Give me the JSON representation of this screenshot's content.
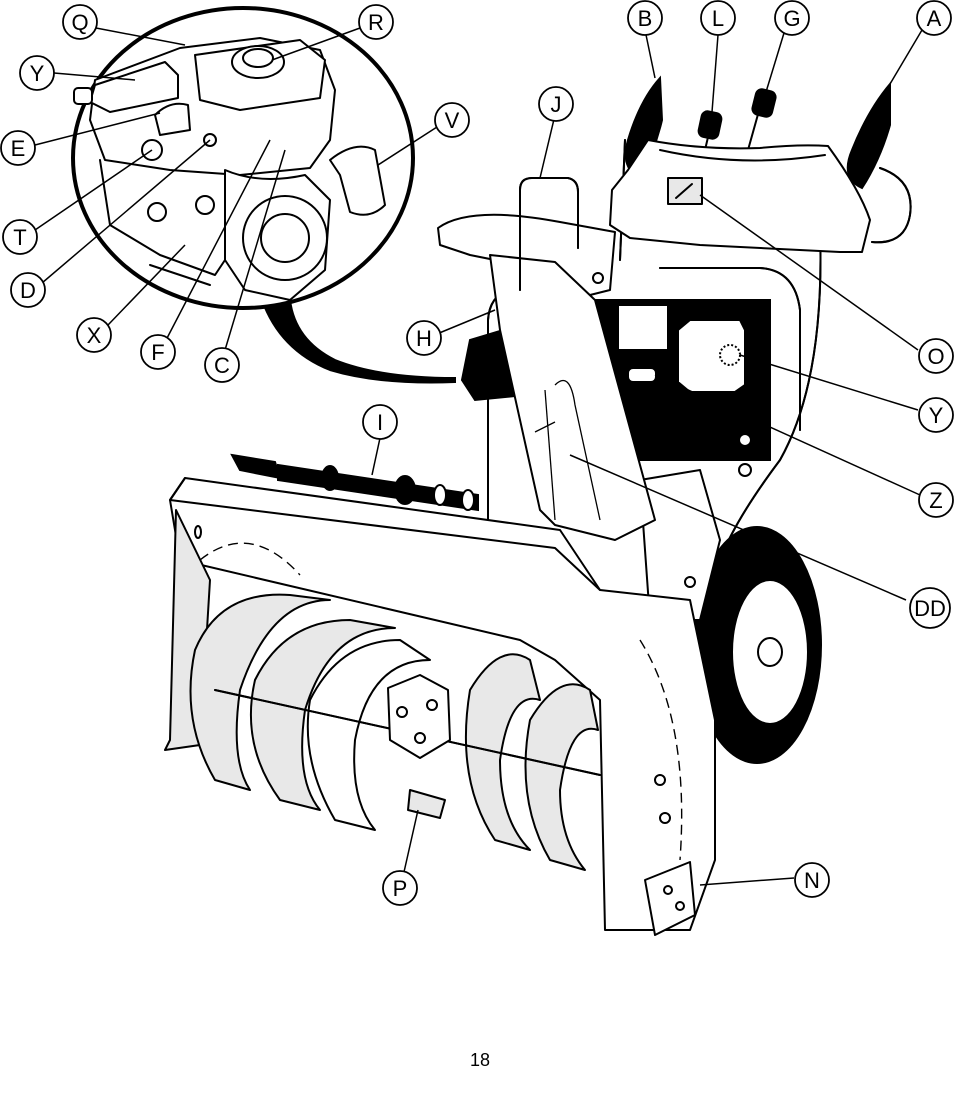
{
  "diagram": {
    "callouts": [
      {
        "id": "Q",
        "label": "Q"
      },
      {
        "id": "R",
        "label": "R"
      },
      {
        "id": "Y1",
        "label": "Y"
      },
      {
        "id": "E",
        "label": "E"
      },
      {
        "id": "V",
        "label": "V"
      },
      {
        "id": "T",
        "label": "T"
      },
      {
        "id": "D",
        "label": "D"
      },
      {
        "id": "X",
        "label": "X"
      },
      {
        "id": "F",
        "label": "F"
      },
      {
        "id": "C",
        "label": "C"
      },
      {
        "id": "B",
        "label": "B"
      },
      {
        "id": "L",
        "label": "L"
      },
      {
        "id": "G",
        "label": "G"
      },
      {
        "id": "A",
        "label": "A"
      },
      {
        "id": "J",
        "label": "J"
      },
      {
        "id": "H",
        "label": "H"
      },
      {
        "id": "O",
        "label": "O"
      },
      {
        "id": "Y2",
        "label": "Y"
      },
      {
        "id": "I",
        "label": "I"
      },
      {
        "id": "Z",
        "label": "Z"
      },
      {
        "id": "DD",
        "label": "DD"
      },
      {
        "id": "P",
        "label": "P"
      },
      {
        "id": "N",
        "label": "N"
      }
    ]
  },
  "page": {
    "number": "18"
  }
}
